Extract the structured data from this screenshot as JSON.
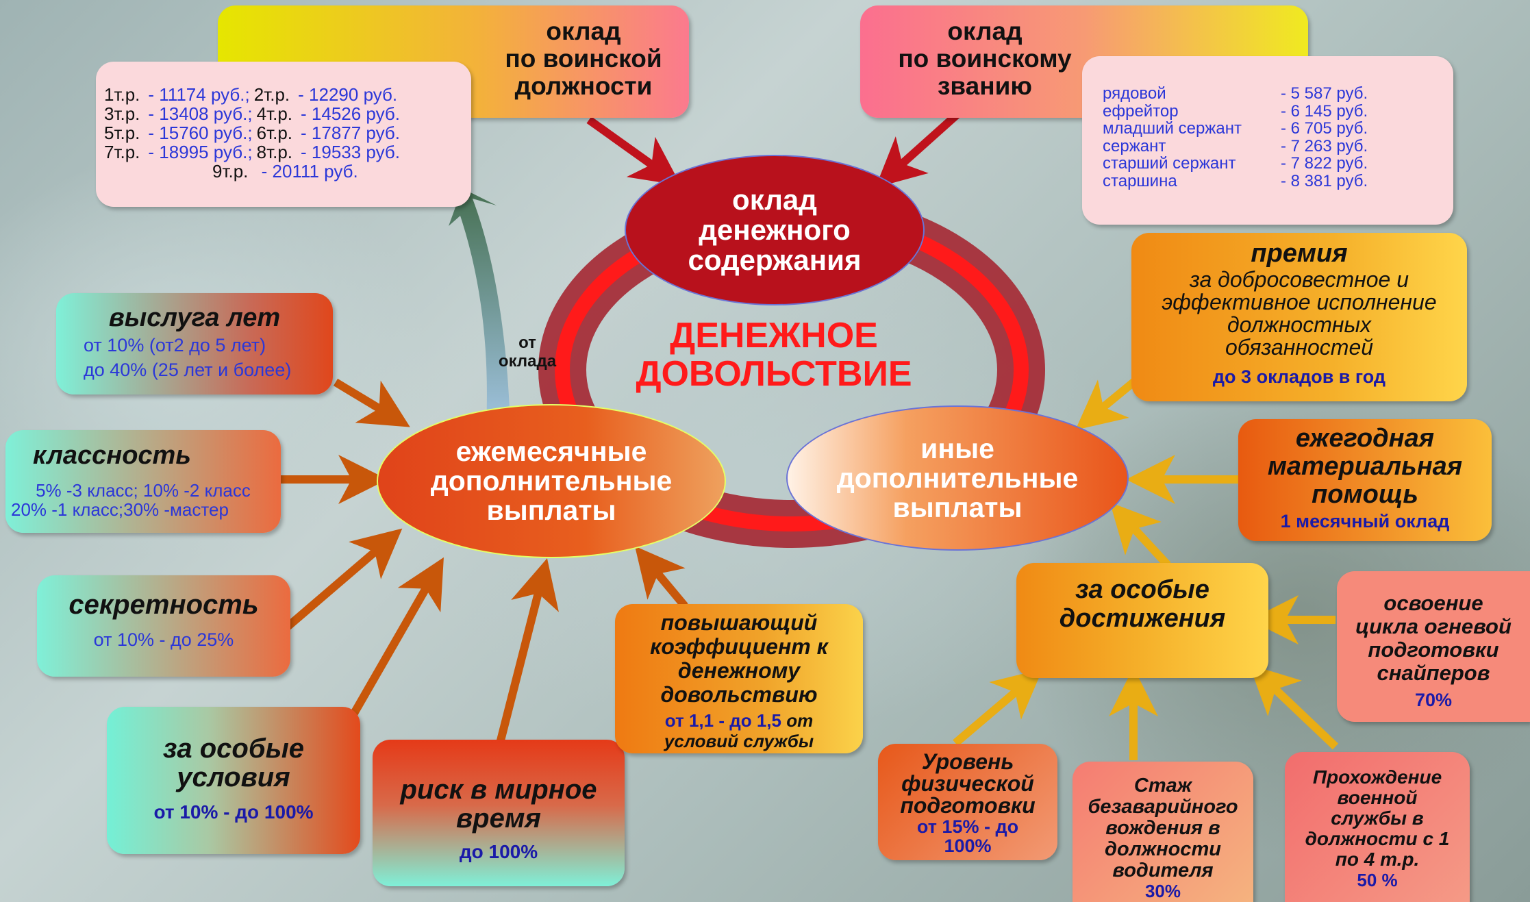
{
  "center": {
    "top_ellipse": "оклад денежного содержания",
    "title_line1": "ДЕНЕЖНОЕ",
    "title_line2": "ДОВОЛЬСТВИЕ",
    "left_ellipse": "ежемесячные дополнительные выплаты",
    "right_ellipse": "иные дополнительные выплаты",
    "from_salary_line1": "от",
    "from_salary_line2": "оклада"
  },
  "position_salary": {
    "title_line1": "оклад",
    "title_line2": "по воинской",
    "title_line3": "должности",
    "rows": [
      {
        "a": "1т.р.",
        "a_val": "- 11174 руб.;",
        "b": "2т.р.",
        "b_val": "- 12290 руб."
      },
      {
        "a": "3т.р.",
        "a_val": "- 13408 руб.;",
        "b": "4т.р.",
        "b_val": "- 14526 руб."
      },
      {
        "a": "5т.р.",
        "a_val": "- 15760 руб.;",
        "b": "6т.р.",
        "b_val": "- 17877 руб."
      },
      {
        "a": "7т.р.",
        "a_val": "- 18995 руб.;",
        "b": "8т.р.",
        "b_val": "- 19533 руб."
      }
    ],
    "last_label": "9т.р.",
    "last_value": "- 20111 руб."
  },
  "rank_salary": {
    "title_line1": "оклад",
    "title_line2": "по воинскому",
    "title_line3": "званию",
    "rows": [
      {
        "rank": "рядовой",
        "value": "-  5 587 руб."
      },
      {
        "rank": "ефрейтор",
        "value": "-  6 145 руб."
      },
      {
        "rank": "младший сержант",
        "value": "-  6 705 руб."
      },
      {
        "rank": "сержант",
        "value": "-  7 263 руб."
      },
      {
        "rank": "старший сержант",
        "value": "-  7 822 руб."
      },
      {
        "rank": "старшина",
        "value": "-  8 381 руб."
      }
    ]
  },
  "left_items": {
    "service": {
      "title": "выслуга лет",
      "line1": "от 10% (от2 до 5 лет)",
      "line2": "до 40% (25 лет и более)"
    },
    "class": {
      "title": "классность",
      "line1": "5% -3 класс; 10% -2 класс",
      "line2": "20% -1 класс;30% -мастер"
    },
    "secrecy": {
      "title": "секретность",
      "line1": "от 10%  -  до 25%"
    },
    "special_conditions": {
      "title_line1": "за особые",
      "title_line2": "условия",
      "value": "от 10%  -  до 100%"
    },
    "risk": {
      "title_line1": "риск в мирное",
      "title_line2": "время",
      "value": "до 100%"
    },
    "coefficient": {
      "title_line1": "повышающий",
      "title_line2": "коэффициент к",
      "title_line3": "денежному",
      "title_line4": "довольствию",
      "value_bold": "от 1,1 - до 1,5",
      "value_rest": "от",
      "value_line2": "условий службы"
    }
  },
  "right_items": {
    "bonus": {
      "title": "премия",
      "line1": "за добросовестное и",
      "line2": "эффективное исполнение",
      "line3": "должностных",
      "line4": "обязанностей",
      "value": "до 3 окладов в год"
    },
    "annual": {
      "title_line1": "ежегодная",
      "title_line2": "материальная",
      "title_line3": "помощь",
      "value": "1 месячный оклад"
    },
    "achievements": {
      "title_line1": "за особые",
      "title_line2": "достижения"
    },
    "sniper": {
      "line1": "освоение",
      "line2": "цикла огневой",
      "line3": "подготовки",
      "line4": "снайперов",
      "value": "70%"
    },
    "physical": {
      "line1": "Уровень",
      "line2": "физической",
      "line3": "подготовки",
      "value_line1": "от 15% - до",
      "value_line2": "100%"
    },
    "driving": {
      "line1": "Стаж",
      "line2": "безаварийного",
      "line3": "вождения в",
      "line4": "должности",
      "line5": "водителя",
      "value": "30%"
    },
    "service_position": {
      "line1": "Прохождение",
      "line2": "военной",
      "line3": "службы в",
      "line4": "должности с 1",
      "line5": "по 4 т.р.",
      "value": "50 %"
    }
  },
  "colors": {
    "ring": "#b3131f",
    "ring_inner": "#ff1a1a",
    "arrow_red": "#c0121c",
    "arrow_orange": "#c8570a",
    "arrow_gold": "#e9ad14",
    "title_red": "#ff1a1a"
  }
}
